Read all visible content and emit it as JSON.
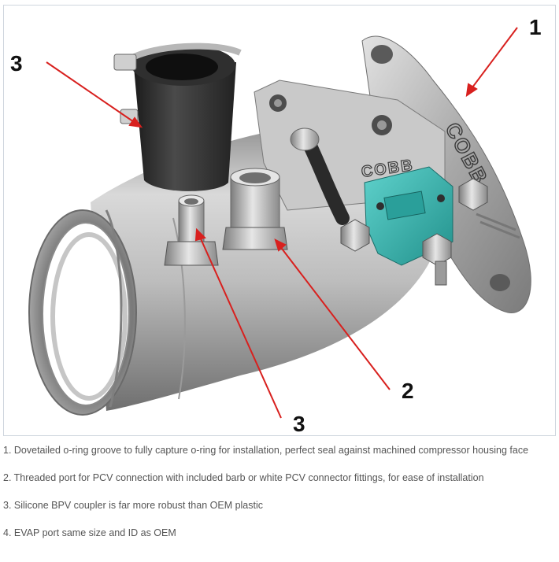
{
  "callouts": {
    "label_1": "1",
    "label_2": "2",
    "label_3_top": "3",
    "label_3_bottom": "3"
  },
  "engraving": {
    "brand": "COBB"
  },
  "captions": [
    "1. Dovetailed o-ring groove to fully capture o-ring for installation, perfect seal against machined compressor housing face",
    "2. Threaded port for PCV connection with included barb or white PCV connector fittings, for ease of installation",
    "3. Silicone BPV coupler is far more robust than OEM plastic",
    "4. EVAP port same size and ID as OEM"
  ],
  "colors": {
    "arrow": "#d8201e",
    "metal": "#b9b9b9",
    "silicone": "#2b2b2b",
    "sensor": "#34b5b0",
    "caption_text": "#555555"
  }
}
